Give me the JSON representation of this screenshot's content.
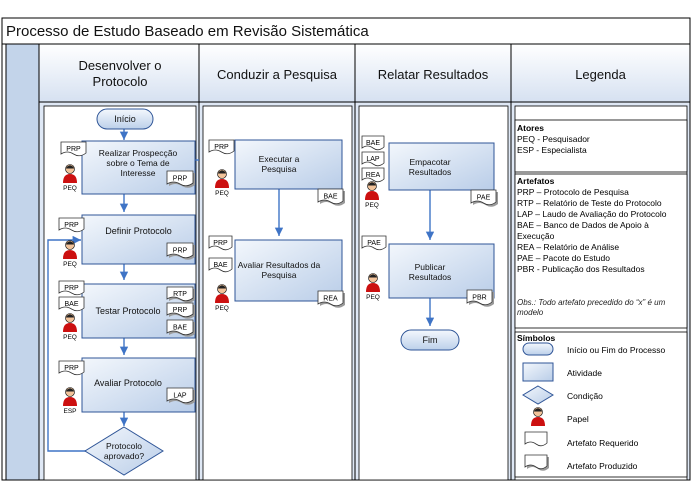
{
  "title": "Processo de Estudo Baseado em Revisão Sistemática",
  "lanes": [
    {
      "label": "Desenvolver o Protocolo"
    },
    {
      "label": "Conduzir a Pesquisa"
    },
    {
      "label": "Relatar Resultados"
    },
    {
      "label": "Legenda"
    }
  ],
  "nodes": {
    "inicio": "Início",
    "prospeccao": "Realizar Prospecção sobre o Tema de Interesse",
    "definir": "Definir Protocolo",
    "testar": "Testar Protocolo",
    "avaliar": "Avaliar Protocolo",
    "aprovado": "Protocolo aprovado?",
    "executar": "Executar a Pesquisa",
    "avaliar_res": "Avaliar Resultados da Pesquisa",
    "empacotar": "Empacotar Resultados",
    "publicar": "Publicar Resultados",
    "fim": "Fim"
  },
  "roles": {
    "peq": "PEQ",
    "esp": "ESP"
  },
  "artifacts": {
    "a1": "PRP",
    "a2": "PRP",
    "a3": "PRP",
    "a4": "PRP",
    "a5": "BAE",
    "a6": "RTP",
    "a7": "PRP",
    "a8": "BAE",
    "a9": "PRP",
    "a10": "LAP",
    "a11": "PRP",
    "a12": "BAE",
    "a13": "PRP",
    "a14": "BAE",
    "a15": "REA",
    "a16": "PRP",
    "a17": "BAE",
    "a18": "LAP",
    "a19": "REA",
    "a20": "PAE",
    "a21": "PAE",
    "a22": "PBR"
  },
  "legend": {
    "atores_h": "Atores",
    "atores": [
      "PEQ - Pesquisador",
      "ESP - Especialista"
    ],
    "artefatos_h": "Artefatos",
    "artefatos": [
      "PRP – Protocolo de Pesquisa",
      "RTP – Relatório de Teste do Protocolo",
      "LAP – Laudo de Avaliação do Protocolo",
      "BAE – Banco de Dados de Apoio à",
      "Execução",
      "REA – Relatório de Análise",
      "PAE – Pacote do Estudo",
      "PBR - Publicação dos Resultados"
    ],
    "obs": "Obs.: Todo artefato precedido do “x” é um modelo",
    "simbolos_h": "Símbolos",
    "simbolos": [
      "Início ou Fim do Processo",
      "Atividade",
      "Condição",
      "Papel",
      "Artefato Requerido",
      "Artefato Produzido"
    ]
  },
  "colors": {
    "lane_bg": "#dfe8f5",
    "sidebar": "#c3d4ea",
    "box": "#d3e0f1",
    "arrow": "#3f74c6",
    "person": "#cc1010"
  }
}
